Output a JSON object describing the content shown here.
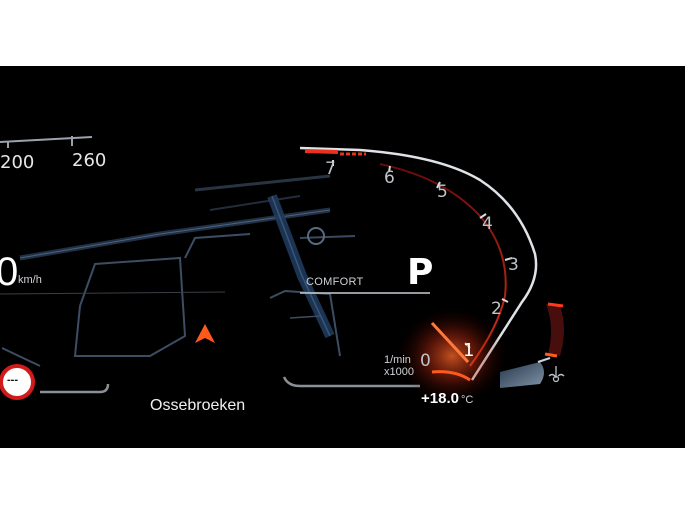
{
  "speedometer": {
    "tick_labels": [
      "200",
      "260"
    ],
    "speed_value": "0",
    "speed_unit": "km/h"
  },
  "drive": {
    "mode": "COMFORT",
    "gear": "P"
  },
  "tachometer": {
    "tick_labels": [
      "7",
      "6",
      "5",
      "4",
      "3",
      "2",
      "1",
      "0"
    ],
    "unit_line1": "1/min",
    "unit_line2": "x1000"
  },
  "status": {
    "outside_temp_value": "+18.0",
    "outside_temp_unit": "°C",
    "location": "Ossebroeken",
    "speed_limit_sign": "---"
  },
  "colors": {
    "background": "#000000",
    "accent_red": "#e8321e",
    "needle_orange": "#ff5a1e",
    "nav_arrow": "#ff5a1a",
    "road_blue": "#1f3a5a"
  },
  "icons": [
    "navigation-arrow-icon",
    "speed-limit-sign-icon",
    "fuel-gauge-icon",
    "coolant-temperature-icon"
  ]
}
